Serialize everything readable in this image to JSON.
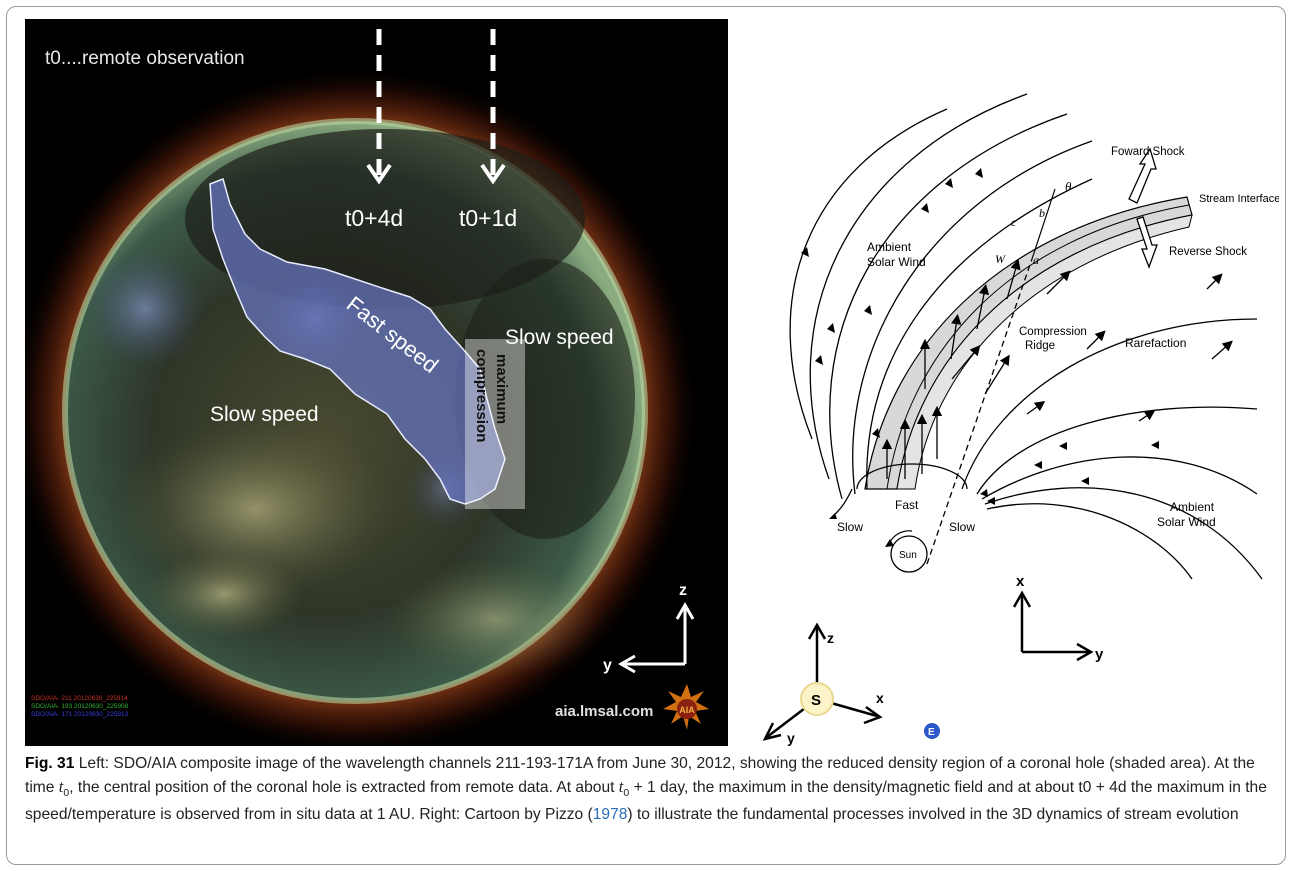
{
  "left_panel": {
    "title": "t0....remote observation",
    "arrow_labels": [
      "t0+4d",
      "t0+1d"
    ],
    "region_labels": {
      "fast": "Fast speed",
      "slow_right": "Slow speed",
      "slow_left": "Slow speed",
      "max_comp_line1": "maximum",
      "max_comp_line2": "compression"
    },
    "axes": {
      "z": "z",
      "y": "y"
    },
    "legend_lines": [
      "SDO/AIA- 211 20120630_225914",
      "SDO/AIA- 193 20120630_225908",
      "SDO/AIA- 171 20120630_225913"
    ],
    "legend_colors": [
      "#c83020",
      "#36b030",
      "#3c3ce0"
    ],
    "credit": "aia.lmsal.com",
    "logo_text": "AIA"
  },
  "right_panel": {
    "labels": {
      "forward_shock": "Foward Shock",
      "stream_interface": "Stream Interface",
      "reverse_shock": "Reverse Shock",
      "ambient_top_1": "Ambient",
      "ambient_top_2": "Solar Wind",
      "compression_1": "Compression",
      "compression_2": "Ridge",
      "rarefaction": "Rarefaction",
      "ambient_bottom_1": "Ambient",
      "ambient_bottom_2": "Solar Wind",
      "slow_left": "Slow",
      "fast": "Fast",
      "slow_right": "Slow",
      "sun": "Sun",
      "theta": "θ",
      "a": "a",
      "b": "b",
      "c": "c",
      "w": "W"
    },
    "axes_xy": {
      "x": "x",
      "y": "y"
    },
    "axes_3d": {
      "s": "S",
      "z": "z",
      "x": "x",
      "y": "y",
      "e": "E"
    }
  },
  "caption": {
    "fig": "Fig. 31",
    "part1": " Left: SDO/AIA composite image of the wavelength channels 211-193-171A from June 30, 2012, showing the reduced density region of a coronal hole (shaded area). At the time ",
    "t0a": "t",
    "sub_a": "0",
    "part2": ", the central position of the coronal hole is extracted from remote data. At about ",
    "t0b": "t",
    "sub_b": "0",
    "part3": " + 1 day, the maximum in the density/magnetic field and at about t0 + 4d the maximum in the speed/temperature is observed from in situ data at 1 AU. Right: Cartoon by Pizzo (",
    "ref": "1978",
    "part4": ") to illustrate the fundamental processes involved in the 3D dynamics of stream evolution"
  }
}
